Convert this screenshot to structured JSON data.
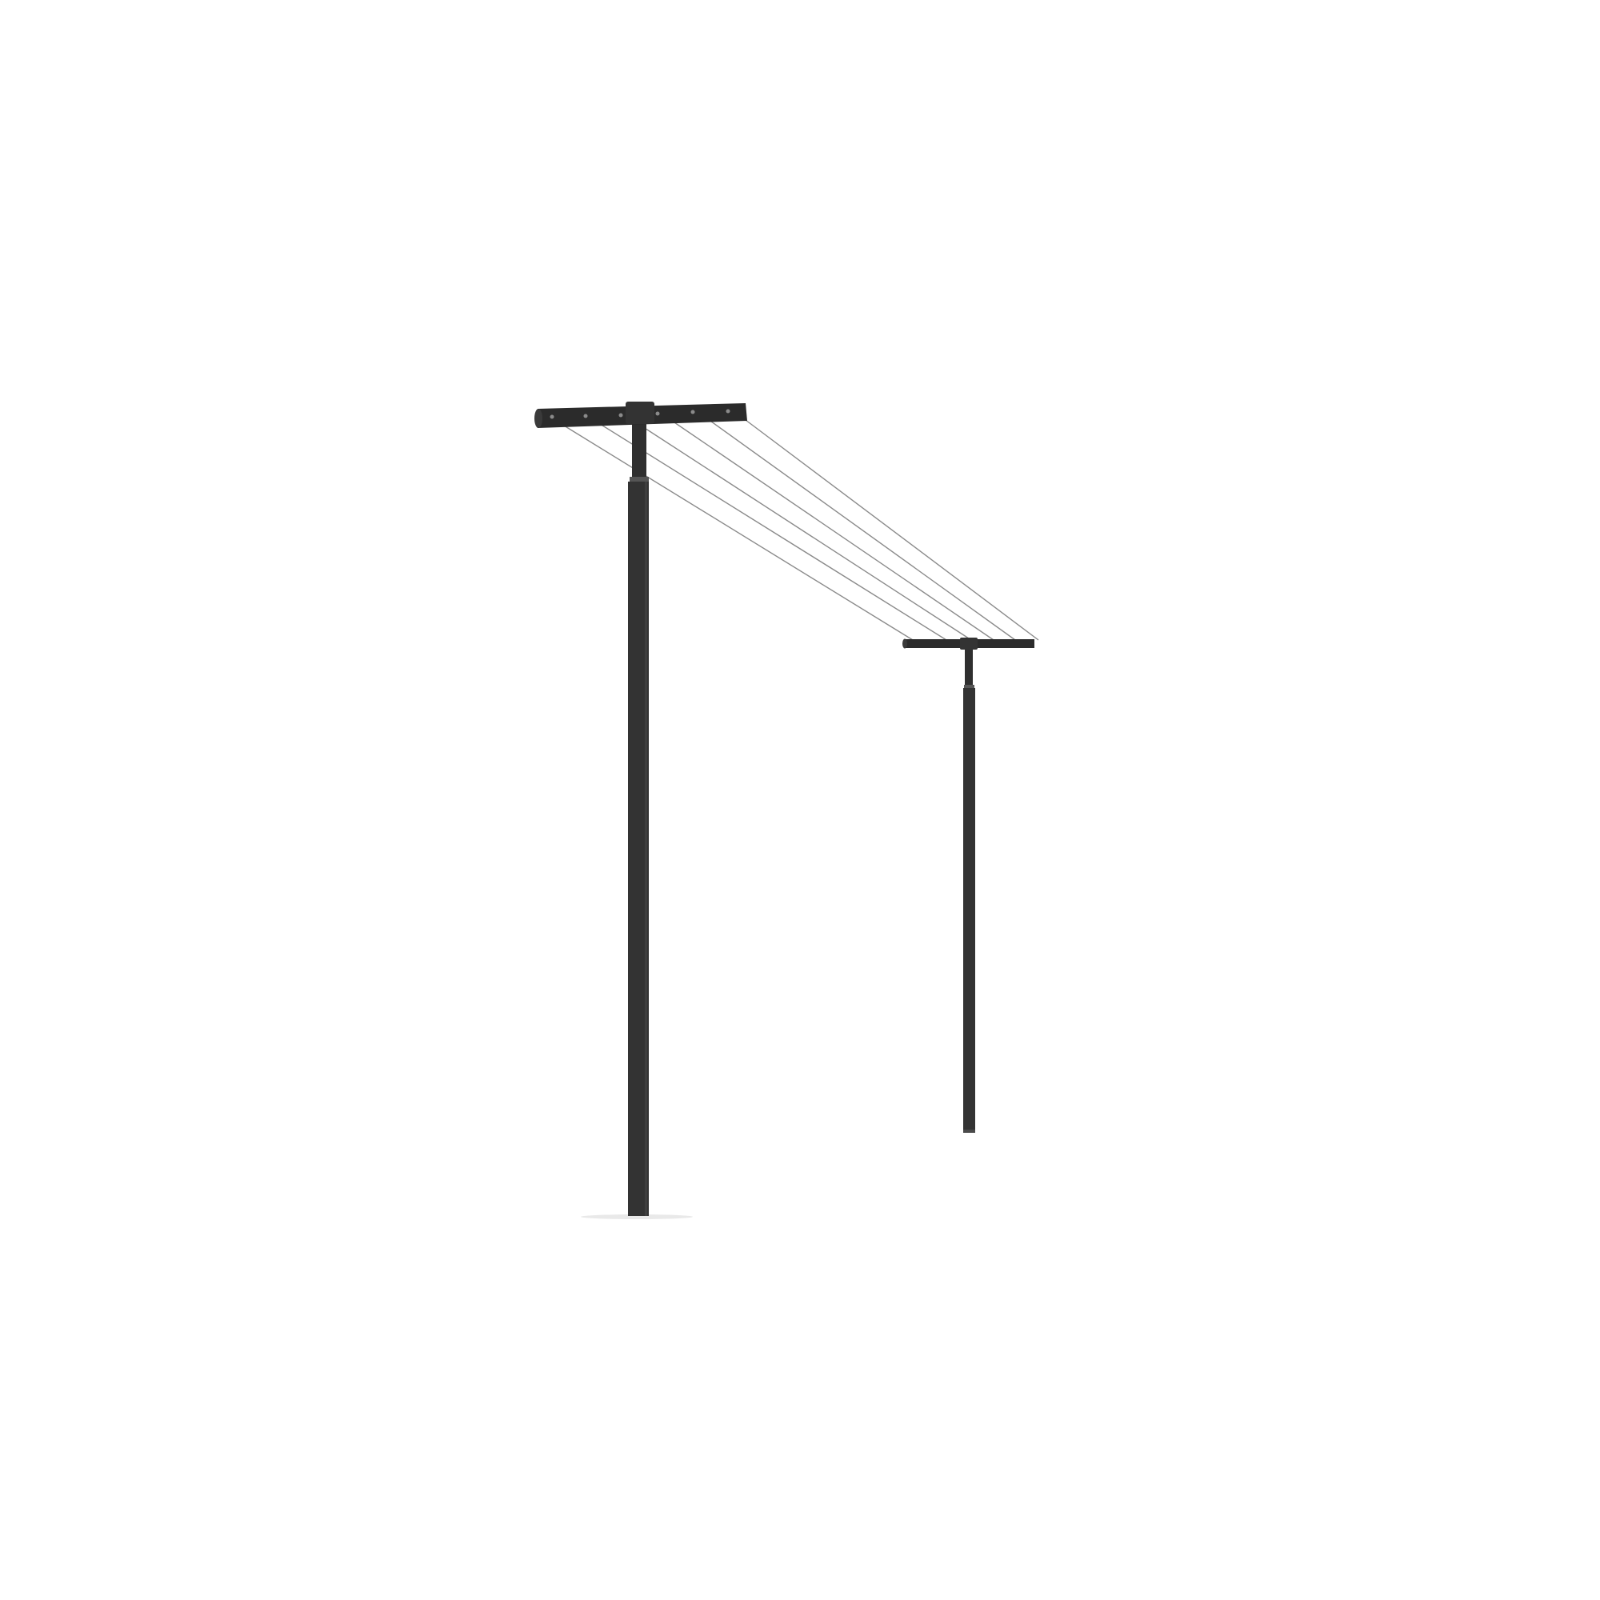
{
  "scene": {
    "subject": "clothesline",
    "background_color": "#ffffff",
    "post_color": "#333333",
    "crossbar_color": "#2b2b2b",
    "line_color": "#8a8a8a",
    "posts": 2,
    "lines": 6
  }
}
